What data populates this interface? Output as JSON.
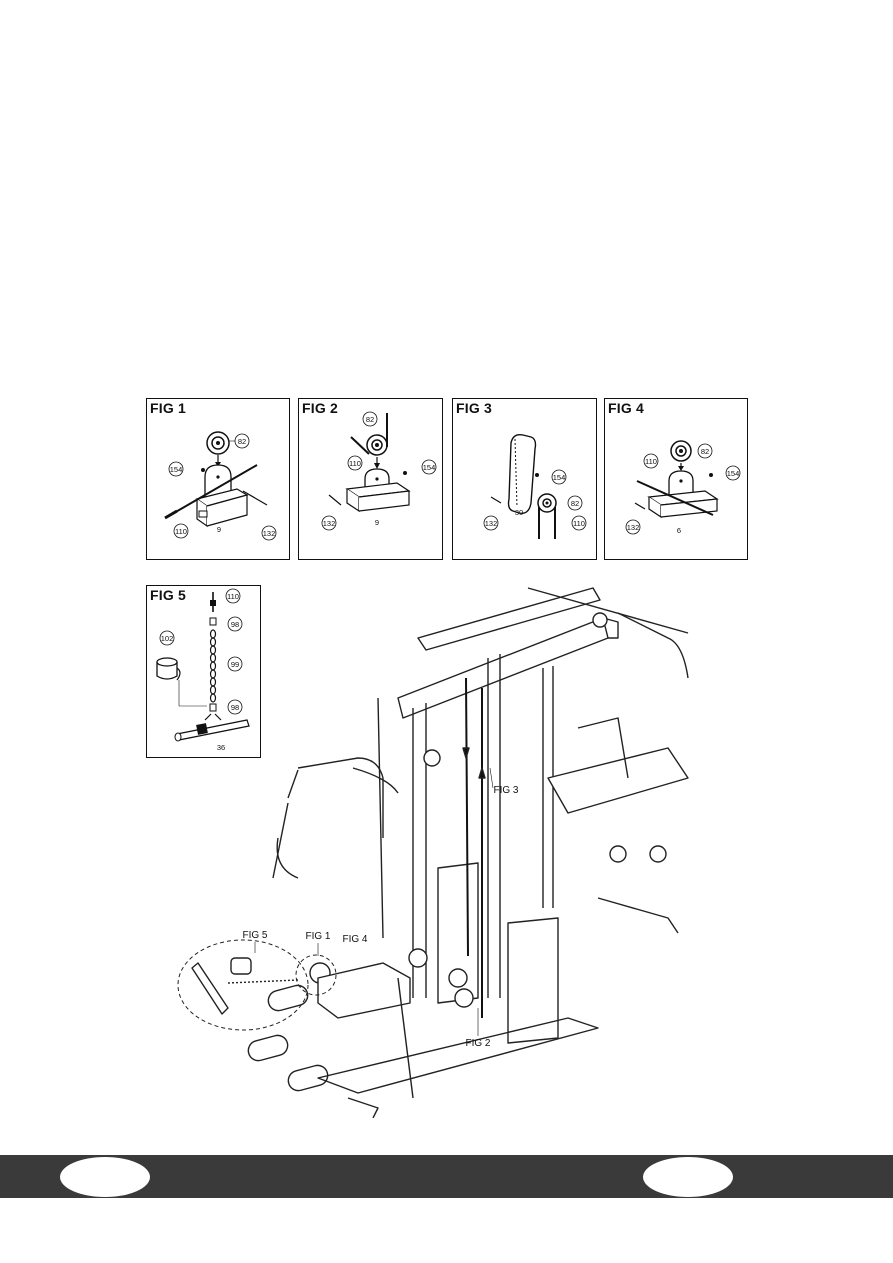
{
  "figures": {
    "fig1": {
      "title": "FIG 1",
      "parts": [
        "82",
        "154",
        "110",
        "9",
        "132"
      ]
    },
    "fig2": {
      "title": "FIG 2",
      "parts": [
        "82",
        "110",
        "154",
        "132",
        "9"
      ]
    },
    "fig3": {
      "title": "FIG 3",
      "parts": [
        "154",
        "82",
        "132",
        "30",
        "110"
      ]
    },
    "fig4": {
      "title": "FIG 4",
      "parts": [
        "110",
        "82",
        "154",
        "132",
        "6"
      ]
    },
    "fig5": {
      "title": "FIG 5",
      "parts": [
        "110",
        "98",
        "102",
        "99",
        "98",
        "36"
      ]
    }
  },
  "main_labels": {
    "fig1": "FIG 1",
    "fig2": "FIG 2",
    "fig3": "FIG 3",
    "fig4": "FIG 4",
    "fig5": "FIG 5"
  },
  "footer": {
    "page_left": "",
    "page_right": ""
  }
}
